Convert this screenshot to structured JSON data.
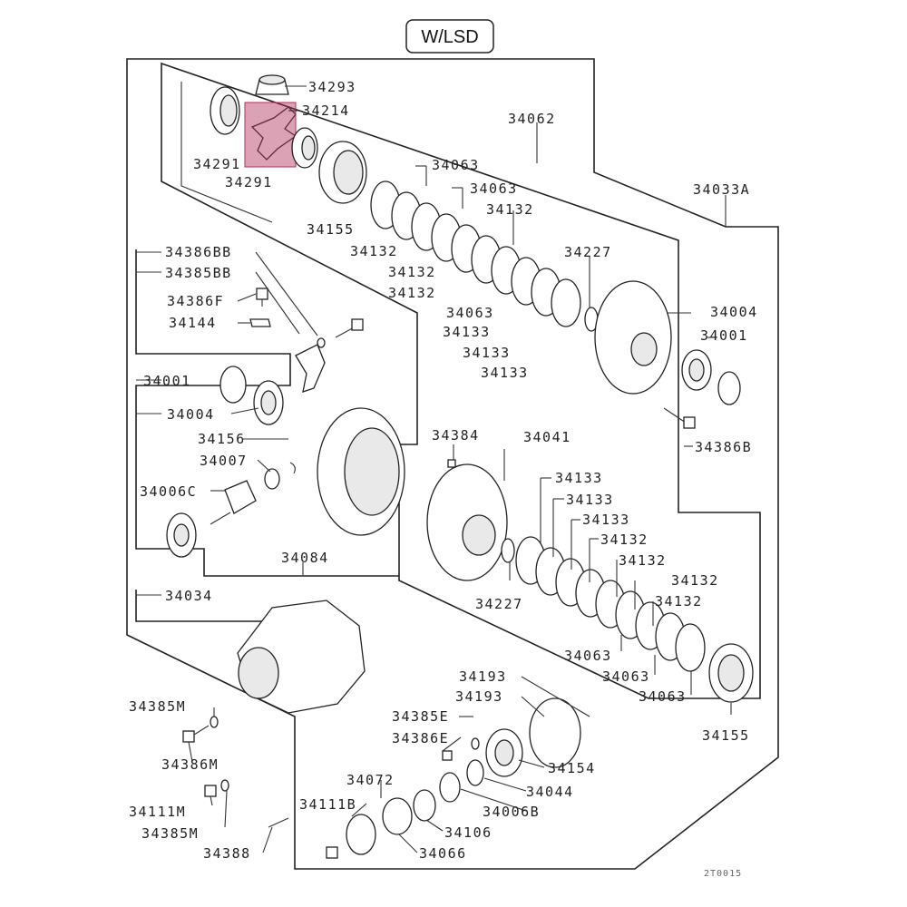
{
  "diagram": {
    "title": "W/LSD",
    "reference_code": "2T0015",
    "highlight_color": "#b0305a",
    "labels": {
      "p34293": "34293",
      "p34214": "34214",
      "p34291a": "34291",
      "p34291b": "34291",
      "p34062": "34062",
      "p34063a": "34063",
      "p34063b": "34063",
      "p34132a": "34132",
      "p34155a": "34155",
      "p34132b": "34132",
      "p34132c": "34132",
      "p34132d": "34132",
      "p34063c": "34063",
      "p34133a": "34133",
      "p34133b": "34133",
      "p34133c": "34133",
      "p34227a": "34227",
      "p34033A": "34033A",
      "p34004a": "34004",
      "p34001a": "34001",
      "p34386B": "34386B",
      "p34386BB": "34386BB",
      "p34385BB": "34385BB",
      "p34386F": "34386F",
      "p34144": "34144",
      "p34001b": "34001",
      "p34004b": "34004",
      "p34156": "34156",
      "p34007": "34007",
      "p34006C": "34006C",
      "p34084": "34084",
      "p34034": "34034",
      "p34384": "34384",
      "p34041": "34041",
      "p34133d": "34133",
      "p34133e": "34133",
      "p34133f": "34133",
      "p34132e": "34132",
      "p34132f": "34132",
      "p34132g": "34132",
      "p34132h": "34132",
      "p34227b": "34227",
      "p34063d": "34063",
      "p34063e": "34063",
      "p34063f": "34063",
      "p34155b": "34155",
      "p34193a": "34193",
      "p34193b": "34193",
      "p34385E": "34385E",
      "p34386E": "34386E",
      "p34154": "34154",
      "p34072": "34072",
      "p34044": "34044",
      "p34006B": "34006B",
      "p34385M_top": "34385M",
      "p34386M": "34386M",
      "p34111M": "34111M",
      "p34385M_bot": "34385M",
      "p34111B": "34111B",
      "p34106": "34106",
      "p34388": "34388",
      "p34066": "34066"
    }
  }
}
